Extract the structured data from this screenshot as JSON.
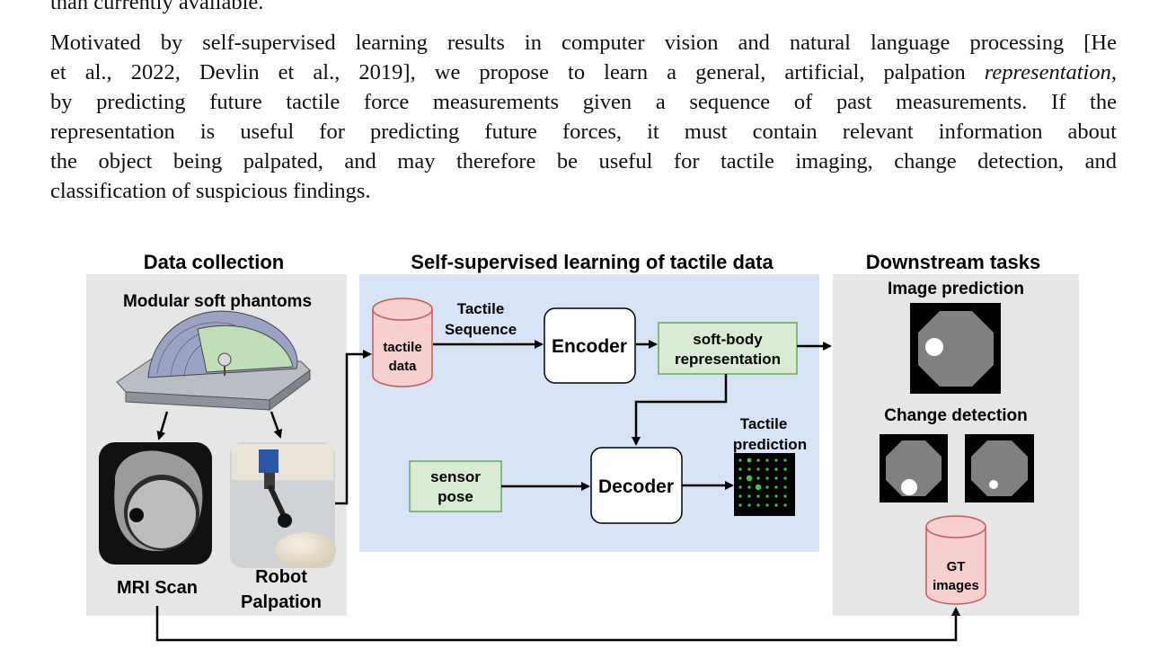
{
  "text": {
    "top_cut_line": "than currently available.",
    "paragraph_lines": [
      "Motivated by self-supervised learning results in computer vision and natural language processing [He",
      "et al., 2022, Devlin et al., 2019], we propose to learn a general, artificial, palpation ",
      "by predicting future tactile force measurements given a sequence of past measurements.  If the",
      "representation is useful for predicting future forces, it must contain relevant information about",
      "the object being palpated, and may therefore be useful for tactile imaging, change detection, and",
      "classification of suspicious findings."
    ],
    "italic_word": "representation",
    "trailing_comma": ","
  },
  "figure": {
    "sections": {
      "data_collection": "Data collection",
      "ssl": "Self-supervised learning of tactile data",
      "downstream": "Downstream tasks"
    },
    "labels": {
      "modular_phantoms": "Modular soft phantoms",
      "mri_scan": "MRI Scan",
      "robot": "Robot",
      "palpation": "Palpation",
      "tactile_data_1": "tactile",
      "tactile_data_2": "data",
      "tactile_seq_1": "Tactile",
      "tactile_seq_2": "Sequence",
      "encoder": "Encoder",
      "repr_1": "soft-body",
      "repr_2": "representation",
      "sensor_1": "sensor",
      "sensor_2": "pose",
      "decoder": "Decoder",
      "tactile_pred_1": "Tactile",
      "tactile_pred_2": "prediction",
      "image_prediction": "Image prediction",
      "change_detection": "Change detection",
      "gt_1": "GT",
      "gt_2": "images"
    },
    "colors": {
      "panel_gray": "#e6e6e6",
      "panel_blue": "#d6e4f6",
      "green_fill": "#d8ebd3",
      "green_stroke": "#6aa85c",
      "red_fill": "#f8cfcf",
      "red_stroke": "#c65a5a"
    }
  }
}
